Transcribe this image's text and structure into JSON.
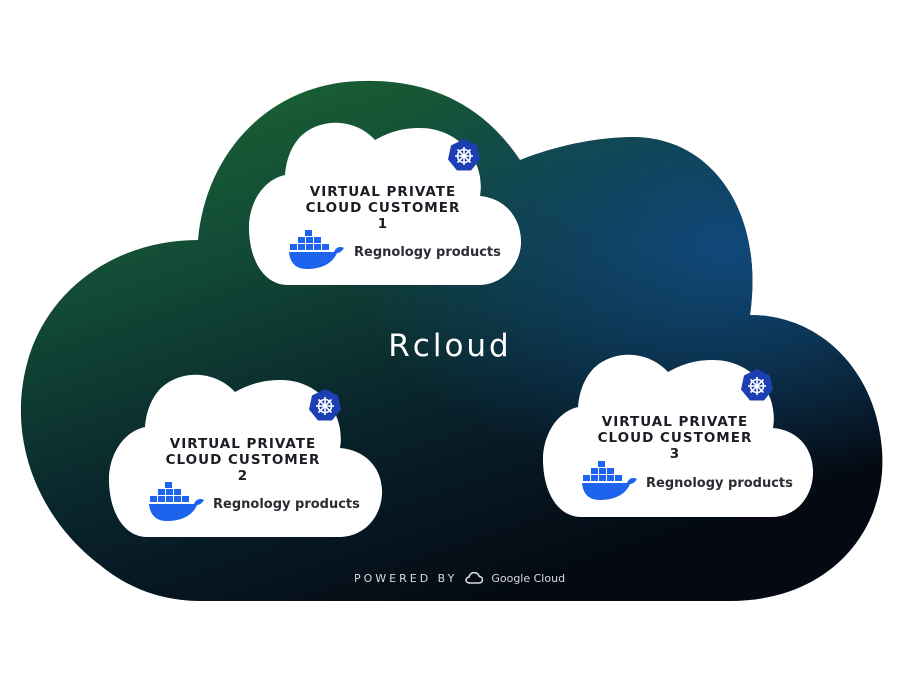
{
  "main": {
    "title": "Rcloud"
  },
  "vpcs": [
    {
      "line1": "VIRTUAL PRIVATE",
      "line2": "CLOUD CUSTOMER 1",
      "product": "Regnology products"
    },
    {
      "line1": "VIRTUAL PRIVATE",
      "line2": "CLOUD CUSTOMER 2",
      "product": "Regnology products"
    },
    {
      "line1": "VIRTUAL PRIVATE",
      "line2": "CLOUD CUSTOMER 3",
      "product": "Regnology products"
    }
  ],
  "footer": {
    "powered_by": "POWERED BY",
    "provider": "Google Cloud"
  },
  "colors": {
    "gradient_green": "#1d6b32",
    "gradient_blue": "#114a7e",
    "gradient_dark": "#050b14",
    "docker_blue": "#1d63ed",
    "kubernetes_blue": "#326ce5"
  },
  "icons": [
    "kubernetes-icon",
    "docker-icon",
    "google-cloud-icon"
  ]
}
